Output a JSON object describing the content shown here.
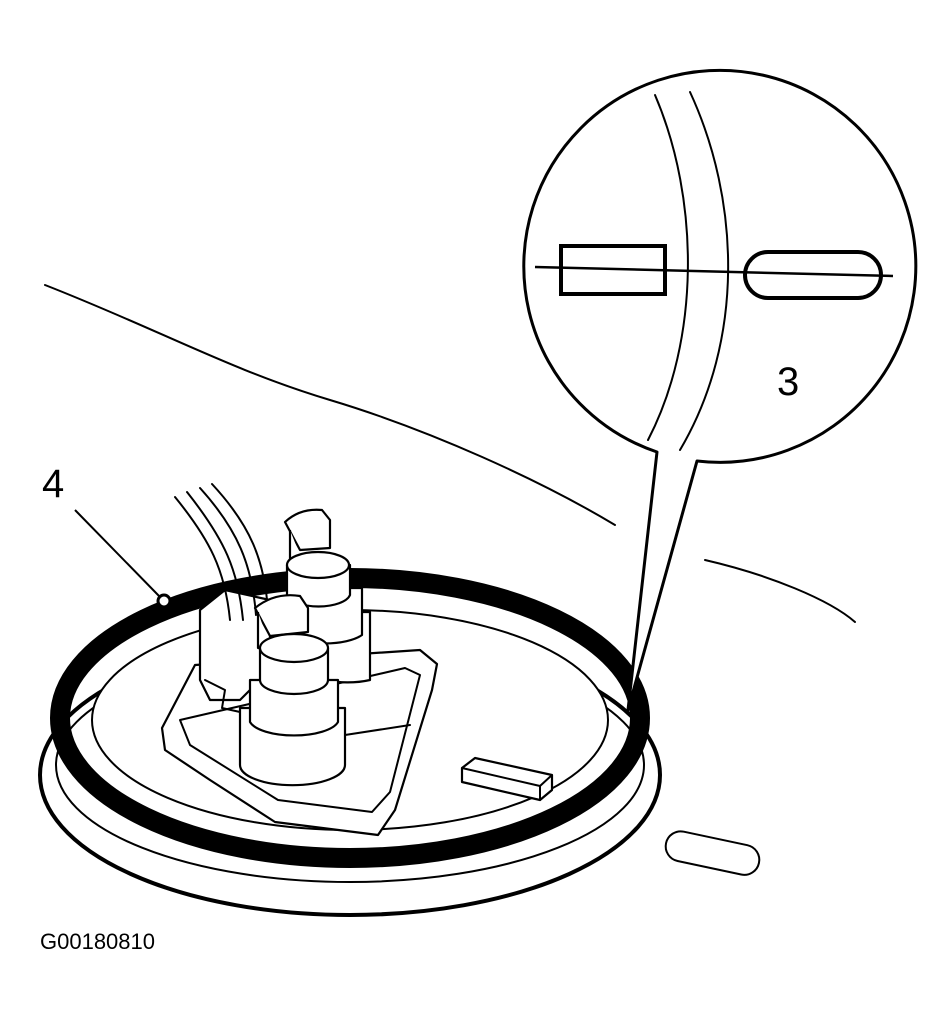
{
  "callouts": {
    "callout_3": "3",
    "callout_4": "4"
  },
  "figure_id": "G00180810",
  "colors": {
    "ink": "#000000",
    "paper": "#ffffff"
  }
}
